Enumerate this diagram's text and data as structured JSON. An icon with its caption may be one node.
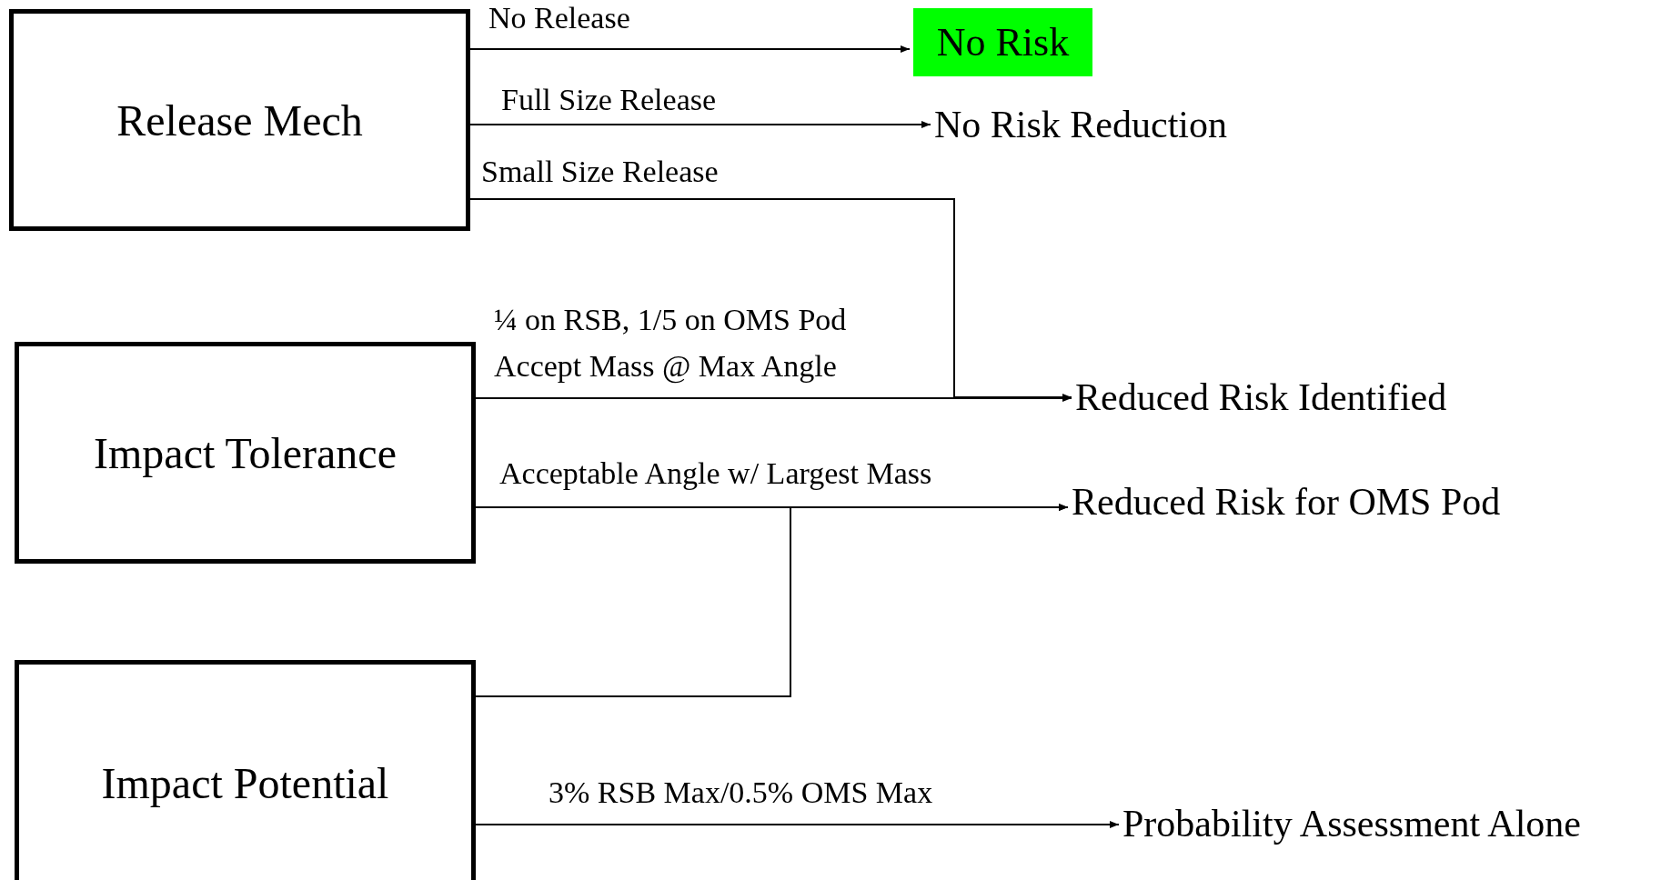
{
  "diagram": {
    "nodes": [
      {
        "text": [
          "Release Mech"
        ]
      },
      {
        "text": [
          "No Risk"
        ]
      },
      {
        "text": [
          "No Risk Reduction"
        ]
      },
      {
        "text": [
          "Reduced Risk Identified"
        ]
      },
      {
        "text": [
          "Impact Tolerance"
        ]
      },
      {
        "text": [
          "Reduced Risk for OMS Pod"
        ]
      },
      {
        "text": [
          "Impact Potential"
        ]
      },
      {
        "text": [
          "Probability Assessment Alone"
        ]
      }
    ],
    "edges": [
      {
        "from": 0,
        "to": 1,
        "arrow": "to",
        "label": "No Release"
      },
      {
        "from": 0,
        "to": 2,
        "arrow": "to",
        "label": "Full Size Release"
      },
      {
        "from": 0,
        "to": 3,
        "arrow": "to",
        "label": "Small Size Release"
      },
      {
        "from": 4,
        "to": 3,
        "arrow": "to",
        "label": "¼ on RSB, 1/5 on OMS Pod Accept Mass @ Max Angle"
      },
      {
        "from": 4,
        "to": 5,
        "arrow": "to",
        "label": "Acceptable Angle w/ Largest Mass"
      },
      {
        "from": 6,
        "to": 5,
        "arrow": "to"
      },
      {
        "from": 6,
        "to": 7,
        "arrow": "to",
        "label": "3% RSB Max/0.5% OMS Max"
      }
    ]
  }
}
